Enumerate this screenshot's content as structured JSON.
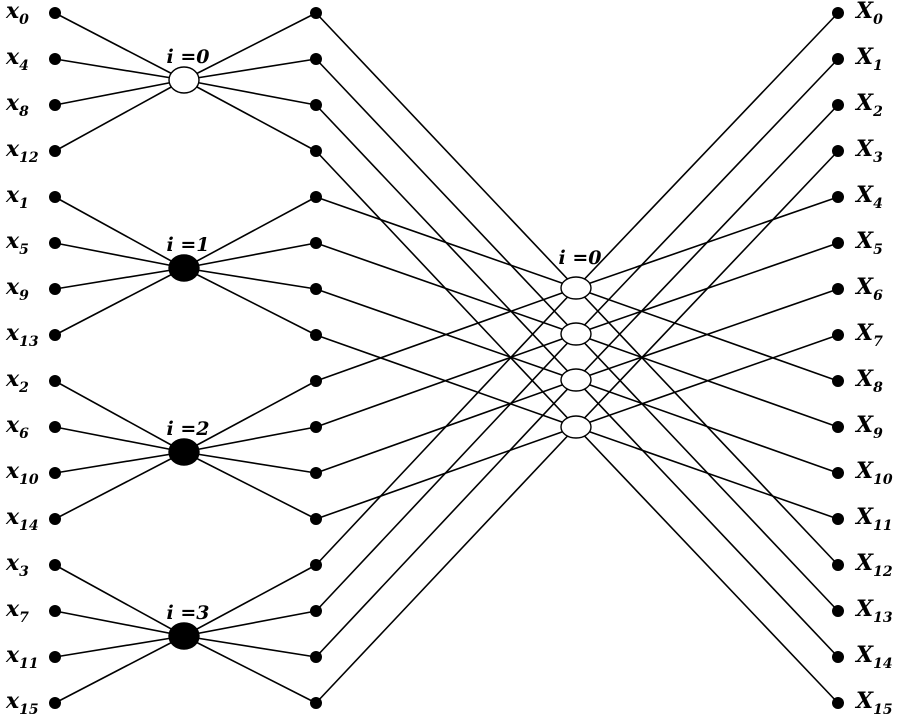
{
  "inputs": [
    {
      "base": "x",
      "sub": "0"
    },
    {
      "base": "x",
      "sub": "4"
    },
    {
      "base": "x",
      "sub": "8"
    },
    {
      "base": "x",
      "sub": "12"
    },
    {
      "base": "x",
      "sub": "1"
    },
    {
      "base": "x",
      "sub": "5"
    },
    {
      "base": "x",
      "sub": "9"
    },
    {
      "base": "x",
      "sub": "13"
    },
    {
      "base": "x",
      "sub": "2"
    },
    {
      "base": "x",
      "sub": "6"
    },
    {
      "base": "x",
      "sub": "10"
    },
    {
      "base": "x",
      "sub": "14"
    },
    {
      "base": "x",
      "sub": "3"
    },
    {
      "base": "x",
      "sub": "7"
    },
    {
      "base": "x",
      "sub": "11"
    },
    {
      "base": "x",
      "sub": "15"
    }
  ],
  "outputs": [
    {
      "base": "X",
      "sub": "0"
    },
    {
      "base": "X",
      "sub": "1"
    },
    {
      "base": "X",
      "sub": "2"
    },
    {
      "base": "X",
      "sub": "3"
    },
    {
      "base": "X",
      "sub": "4"
    },
    {
      "base": "X",
      "sub": "5"
    },
    {
      "base": "X",
      "sub": "6"
    },
    {
      "base": "X",
      "sub": "7"
    },
    {
      "base": "X",
      "sub": "8"
    },
    {
      "base": "X",
      "sub": "9"
    },
    {
      "base": "X",
      "sub": "10"
    },
    {
      "base": "X",
      "sub": "11"
    },
    {
      "base": "X",
      "sub": "12"
    },
    {
      "base": "X",
      "sub": "13"
    },
    {
      "base": "X",
      "sub": "14"
    },
    {
      "base": "X",
      "sub": "15"
    }
  ],
  "stage1_hubs": [
    {
      "label": "i =0",
      "style": "hollow"
    },
    {
      "label": "i =1",
      "style": "filled"
    },
    {
      "label": "i =2",
      "style": "filled"
    },
    {
      "label": "i =3",
      "style": "filled"
    }
  ],
  "stage2_hubs": [
    {
      "label": "i =0",
      "style": "hollow"
    },
    {
      "label": "",
      "style": "hollow"
    },
    {
      "label": "",
      "style": "hollow"
    },
    {
      "label": "",
      "style": "hollow"
    }
  ],
  "stage2_routing": [
    [
      0,
      4,
      8,
      12
    ],
    [
      1,
      5,
      9,
      13
    ],
    [
      2,
      6,
      10,
      14
    ],
    [
      3,
      7,
      11,
      15
    ]
  ],
  "colors": {
    "line": "#000000",
    "node": "#000000",
    "hollow_fill": "#ffffff"
  }
}
